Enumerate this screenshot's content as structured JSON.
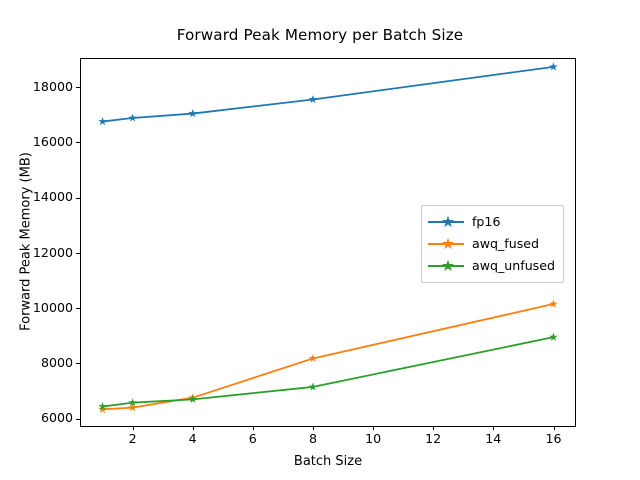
{
  "chart_data": {
    "type": "line",
    "title": "Forward Peak Memory per Batch Size",
    "xlabel": "Batch Size",
    "ylabel": "Forward Peak Memory (MB)",
    "x": [
      1,
      2,
      4,
      8,
      16
    ],
    "xlim": [
      0.25,
      16.75
    ],
    "ylim": [
      5700,
      19050
    ],
    "xticks": [
      2,
      4,
      6,
      8,
      10,
      12,
      14,
      16
    ],
    "yticks": [
      6000,
      8000,
      10000,
      12000,
      14000,
      16000,
      18000
    ],
    "grid": false,
    "legend_position": "center right",
    "marker": "star",
    "series": [
      {
        "name": "fp16",
        "color": "#1f77b4",
        "values": [
          16750,
          16880,
          17040,
          17550,
          18730
        ]
      },
      {
        "name": "awq_fused",
        "color": "#ff7f0e",
        "values": [
          6340,
          6400,
          6760,
          8180,
          10150
        ]
      },
      {
        "name": "awq_unfused",
        "color": "#2ca02c",
        "values": [
          6440,
          6580,
          6700,
          7150,
          8950
        ]
      }
    ]
  },
  "figure": {
    "title": "Forward Peak Memory per Batch Size",
    "xlabel": "Batch Size",
    "ylabel": "Forward Peak Memory (MB)",
    "xtick_labels": [
      "2",
      "4",
      "6",
      "8",
      "10",
      "12",
      "14",
      "16"
    ],
    "ytick_labels": [
      "6000",
      "8000",
      "10000",
      "12000",
      "14000",
      "16000",
      "18000"
    ],
    "legend": [
      {
        "label": "fp16",
        "color": "#1f77b4"
      },
      {
        "label": "awq_fused",
        "color": "#ff7f0e"
      },
      {
        "label": "awq_unfused",
        "color": "#2ca02c"
      }
    ]
  }
}
